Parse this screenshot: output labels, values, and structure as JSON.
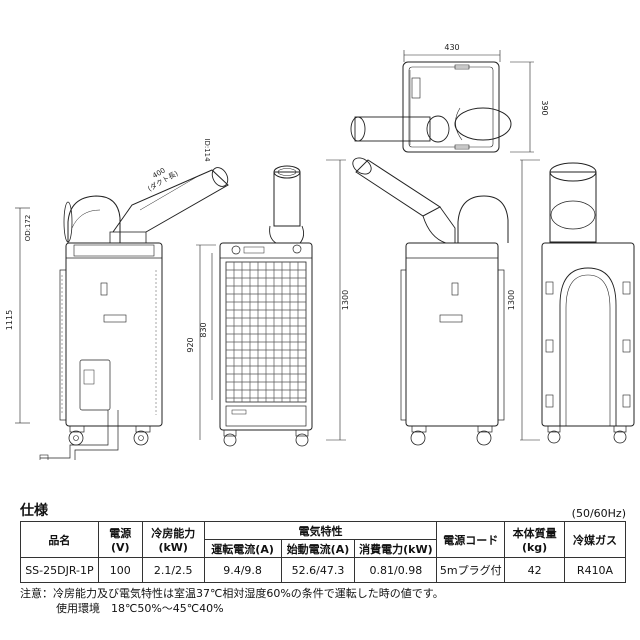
{
  "drawing": {
    "dims": {
      "top_width": "430",
      "top_depth": "390",
      "side_height": "1115",
      "duct_length": "400",
      "duct_type": "(ダクト長)",
      "duct_dia": "ID:114",
      "hose_dia": "OD:172",
      "front_height": "1300",
      "front_body": "920",
      "front_grille": "830",
      "right_height": "1300"
    }
  },
  "spec": {
    "title": "仕様",
    "freq_note": "(50/60Hz)",
    "headers": {
      "product": "品名",
      "power": "電源",
      "power_unit": "(V)",
      "cooling": "冷房能力",
      "cooling_unit": "(kW)",
      "electrical": "電気特性",
      "run_current": "運転電流(A)",
      "start_current": "始動電流(A)",
      "consumption": "消費電力(kW)",
      "cord": "電源コード",
      "mass": "本体質量",
      "mass_unit": "(kg)",
      "refrigerant": "冷媒ガス"
    },
    "row": {
      "product": "SS-25DJR-1P",
      "power": "100",
      "cooling": "2.1/2.5",
      "run_current": "9.4/9.8",
      "start_current": "52.6/47.3",
      "consumption": "0.81/0.98",
      "cord": "5mプラグ付",
      "mass": "42",
      "refrigerant": "R410A"
    },
    "note1": "注意：冷房能力及び電気特性は室温37℃相対湿度60%の条件で運転した時の値です。",
    "note2": "使用環境　18℃50%～45℃40%"
  }
}
